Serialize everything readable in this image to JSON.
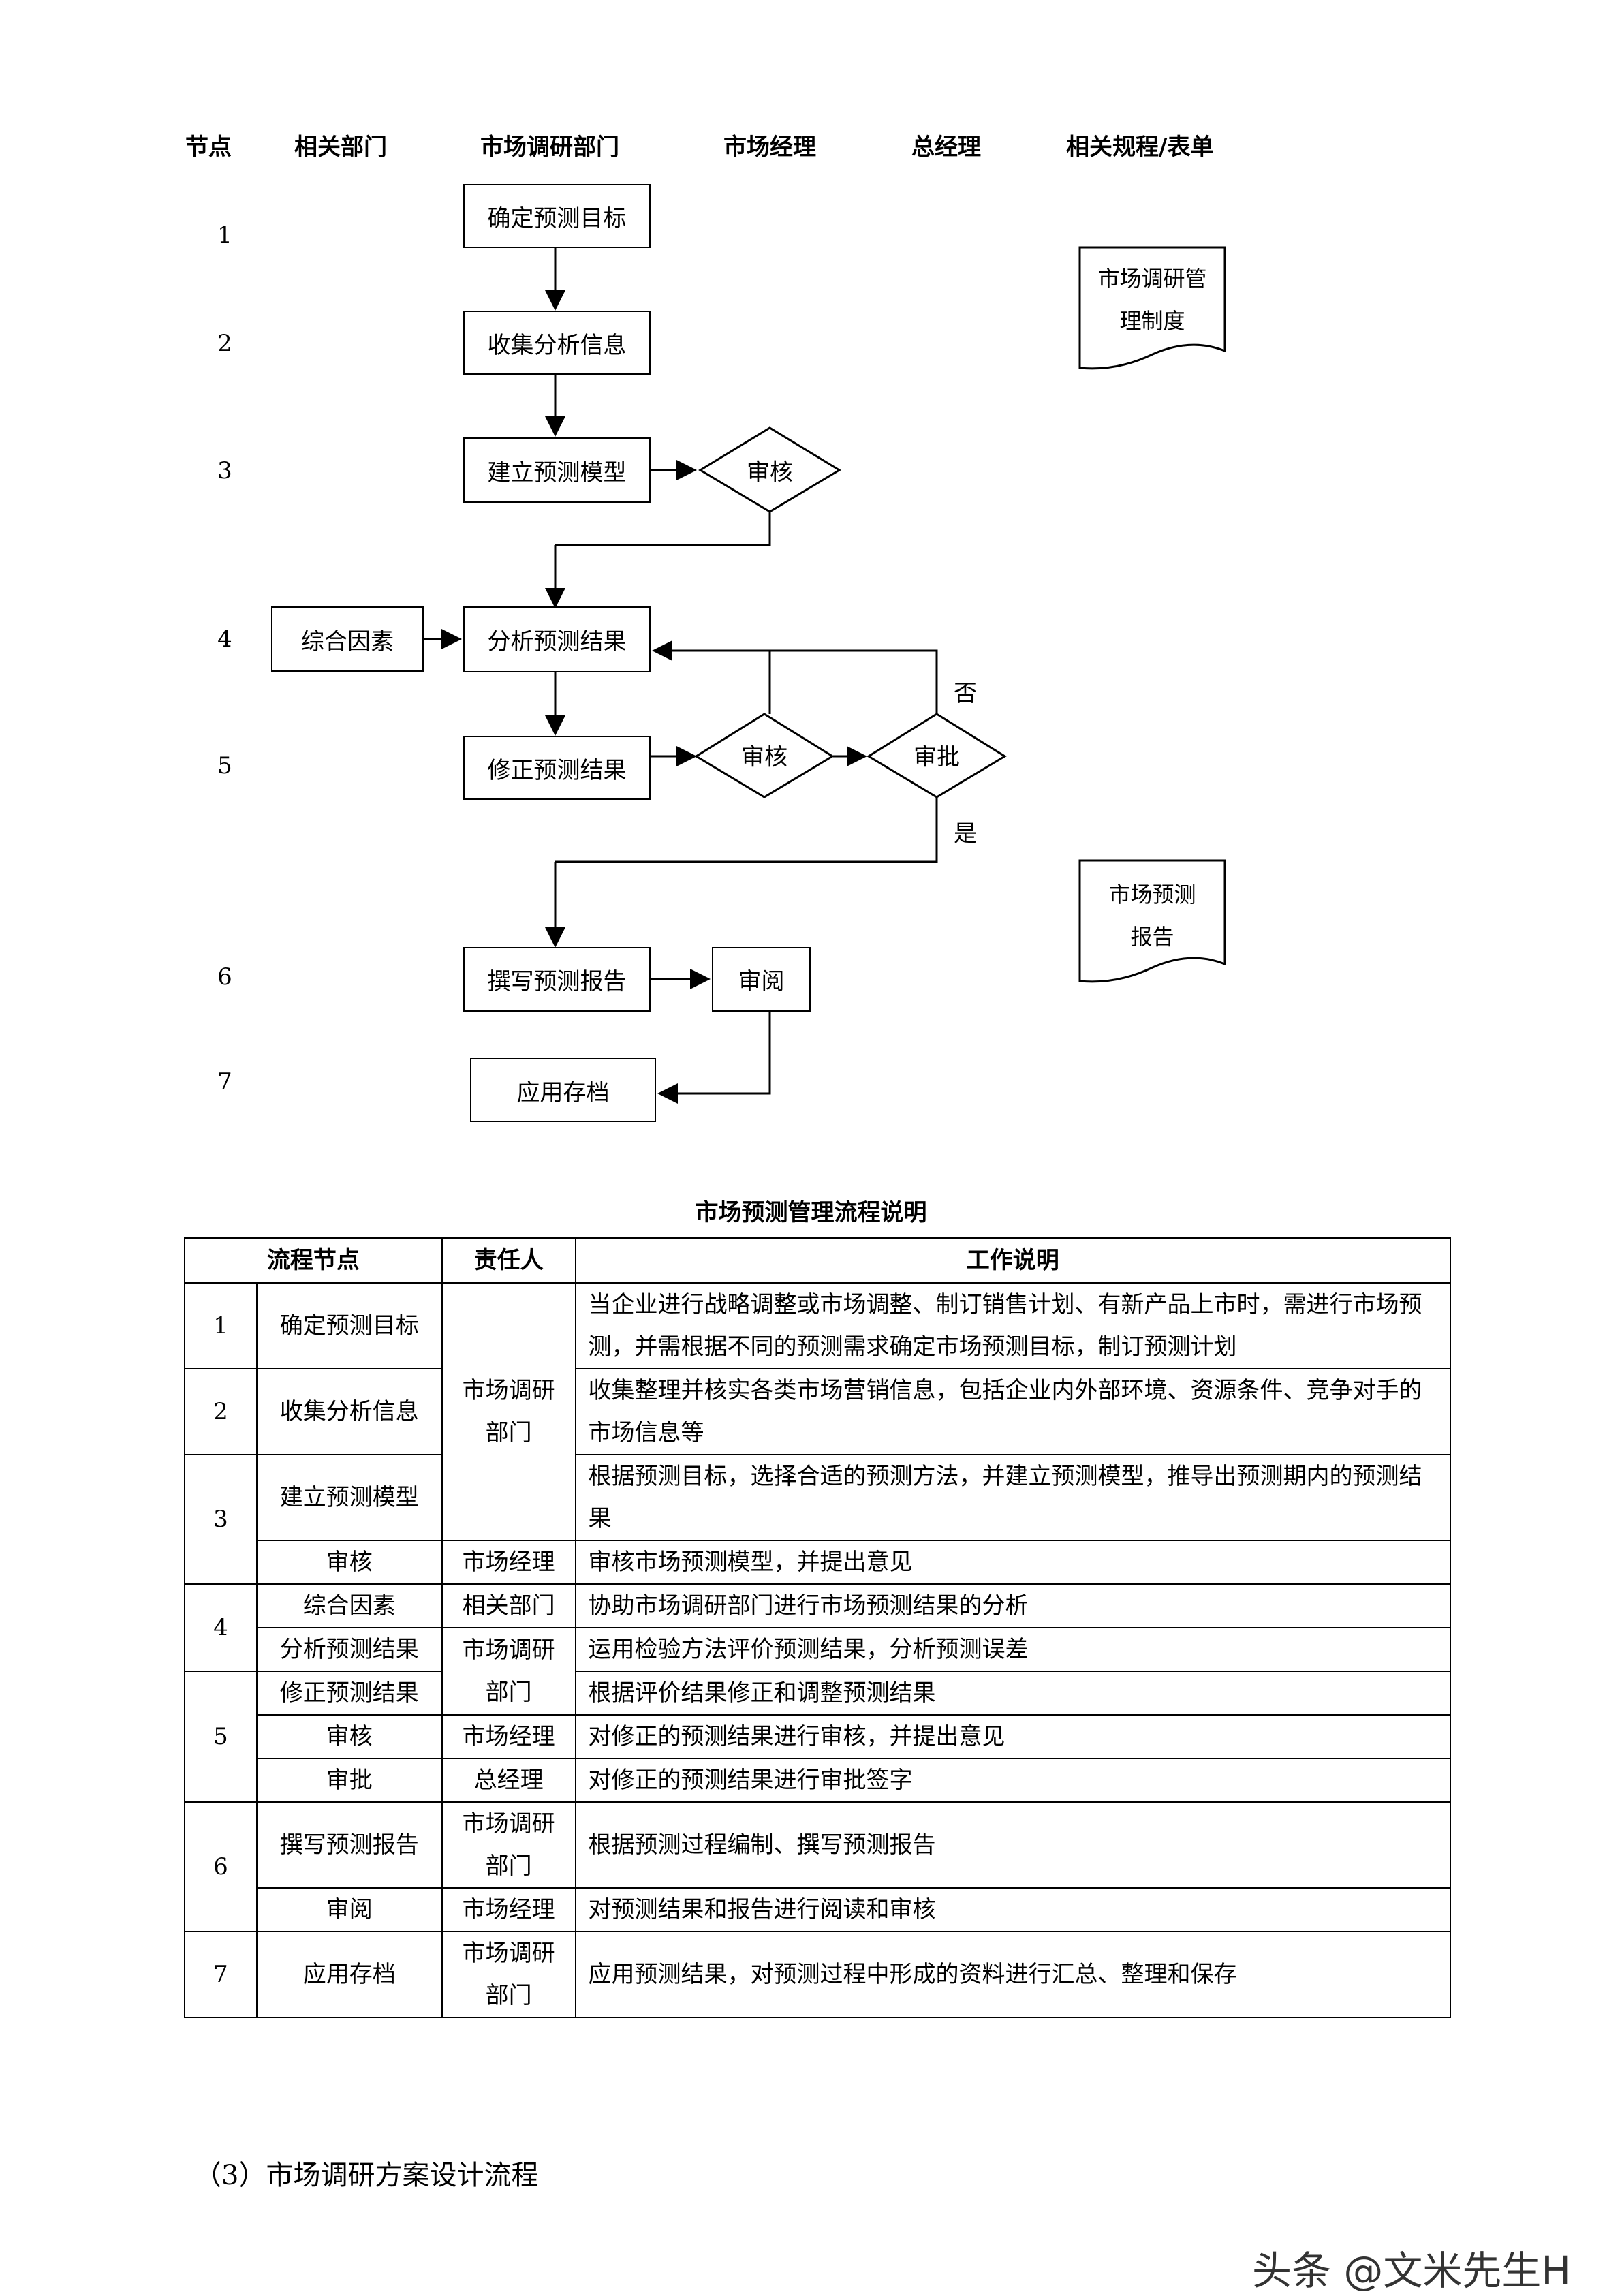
{
  "columns": [
    "节点",
    "相关部门",
    "市场调研部门",
    "市场经理",
    "总经理",
    "相关规程/表单"
  ],
  "node_numbers": [
    "1",
    "2",
    "3",
    "4",
    "5",
    "6",
    "7"
  ],
  "flow": {
    "step1": "确定预测目标",
    "step2": "收集分析信息",
    "step3": "建立预测模型",
    "review3": "审核",
    "factors": "综合因素",
    "step4": "分析预测结果",
    "step5": "修正预测结果",
    "review5": "审核",
    "approve5": "审批",
    "no_label": "否",
    "yes_label": "是",
    "step6": "撰写预测报告",
    "read6": "审阅",
    "step7": "应用存档"
  },
  "docs": {
    "doc1_line1": "市场调研管",
    "doc1_line2": "理制度",
    "doc2_line1": "市场预测",
    "doc2_line2": "报告"
  },
  "table": {
    "caption": "市场预测管理流程说明",
    "headers": [
      "流程节点",
      "责任人",
      "工作说明"
    ],
    "rows": [
      {
        "num": "1",
        "step": "确定预测目标",
        "owner": "市场调研部门",
        "desc": "当企业进行战略调整或市场调整、制订销售计划、有新产品上市时，需进行市场预测，并需根据不同的预测需求确定市场预测目标，制订预测计划"
      },
      {
        "num": "2",
        "step": "收集分析信息",
        "owner": "",
        "desc": "收集整理并核实各类市场营销信息，包括企业内外部环境、资源条件、竞争对手的市场信息等"
      },
      {
        "num": "3",
        "step": "建立预测模型",
        "owner": "",
        "desc": "根据预测目标，选择合适的预测方法，并建立预测模型，推导出预测期内的预测结果"
      },
      {
        "num": "",
        "step": "审核",
        "owner": "市场经理",
        "desc": "审核市场预测模型，并提出意见"
      },
      {
        "num": "4",
        "step": "综合因素",
        "owner": "相关部门",
        "desc": "协助市场调研部门进行市场预测结果的分析"
      },
      {
        "num": "",
        "step": "分析预测结果",
        "owner": "市场调研部门",
        "desc": "运用检验方法评价预测结果，分析预测误差"
      },
      {
        "num": "5",
        "step": "修正预测结果",
        "owner": "",
        "desc": "根据评价结果修正和调整预测结果"
      },
      {
        "num": "",
        "step": "审核",
        "owner": "市场经理",
        "desc": "对修正的预测结果进行审核，并提出意见"
      },
      {
        "num": "",
        "step": "审批",
        "owner": "总经理",
        "desc": "对修正的预测结果进行审批签字"
      },
      {
        "num": "6",
        "step": "撰写预测报告",
        "owner": "市场调研部门",
        "desc": "根据预测过程编制、撰写预测报告"
      },
      {
        "num": "",
        "step": "审阅",
        "owner": "市场经理",
        "desc": "对预测结果和报告进行阅读和审核"
      },
      {
        "num": "7",
        "step": "应用存档",
        "owner": "市场调研部门",
        "desc": "应用预测结果，对预测过程中形成的资料进行汇总、整理和保存"
      }
    ]
  },
  "section_heading": "（3）市场调研方案设计流程",
  "watermark": "头条 @文米先生H"
}
